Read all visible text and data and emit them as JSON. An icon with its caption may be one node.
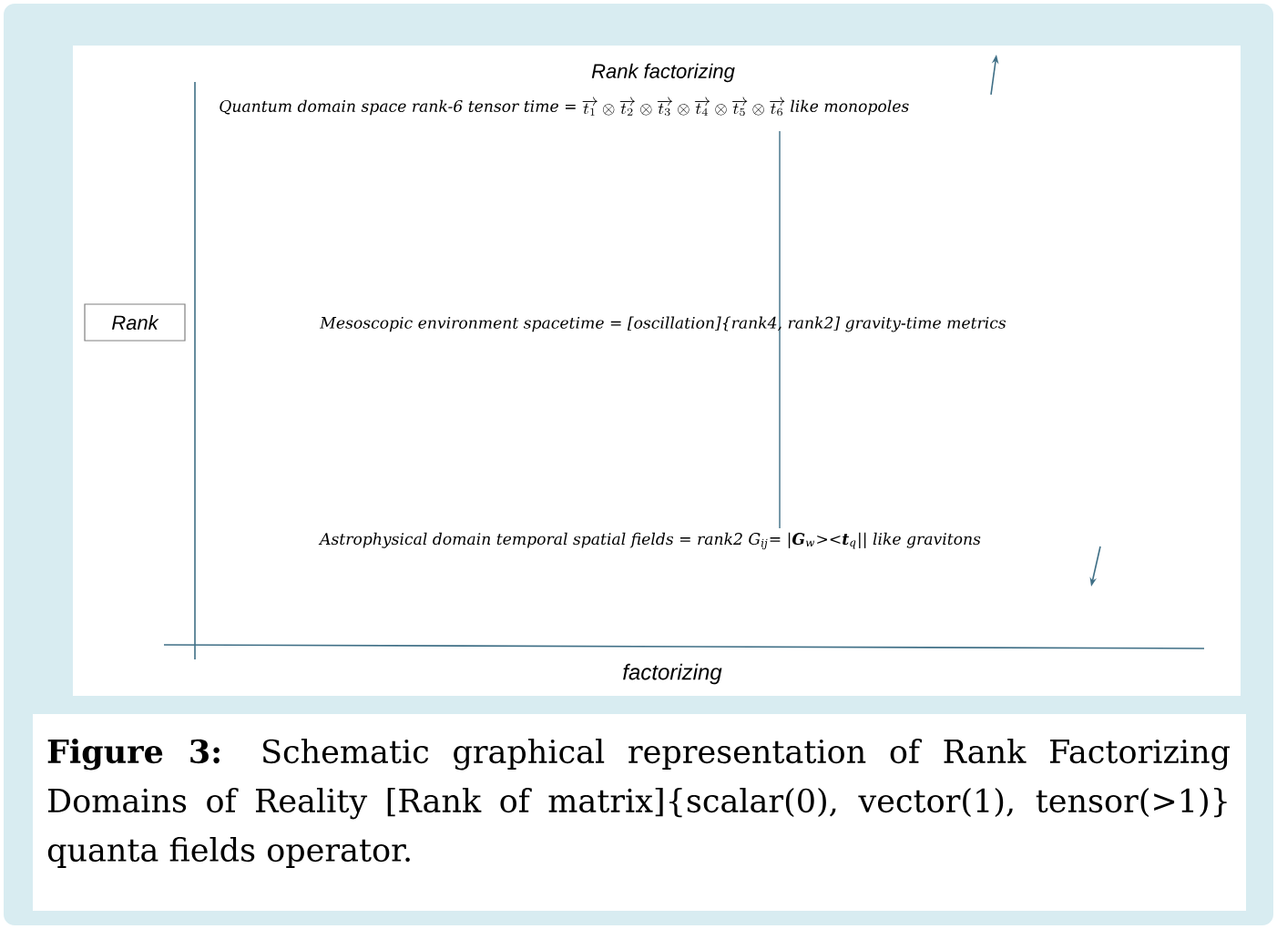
{
  "diagram": {
    "title": "Rank factorizing",
    "caption": "**Figure 3:** Schematic graphical representation of Rank Factorizing Domains of Reality [Rank of matrix]{scalar(0), vector(1), tensor(>1)} quanta fields operator.",
    "nodes": [
      {
        "text": [
          "Rank"
        ]
      }
    ],
    "edges": [],
    "labels": [
      "Quantum domain space rank-6 tensor time =",
      "\\overrightarrow{t_1}\\otimes\\overrightarrow{t_2}\\otimes\\overrightarrow{t_3}\\otimes\\overrightarrow{t_4}\\otimes\\overrightarrow{t_5}\\otimes\\overrightarrow{t_6}",
      "like monopoles",
      "Mesoscopic environment spacetime = [oscillation]{rank4, rank2] gravity-time metrics",
      "Astrophysical domain temporal spatial fields = rank2 G$_{ij}$= |**G**$_{w}$><**t**$_{q}$||  like gravitons",
      "factorizing"
    ]
  }
}
